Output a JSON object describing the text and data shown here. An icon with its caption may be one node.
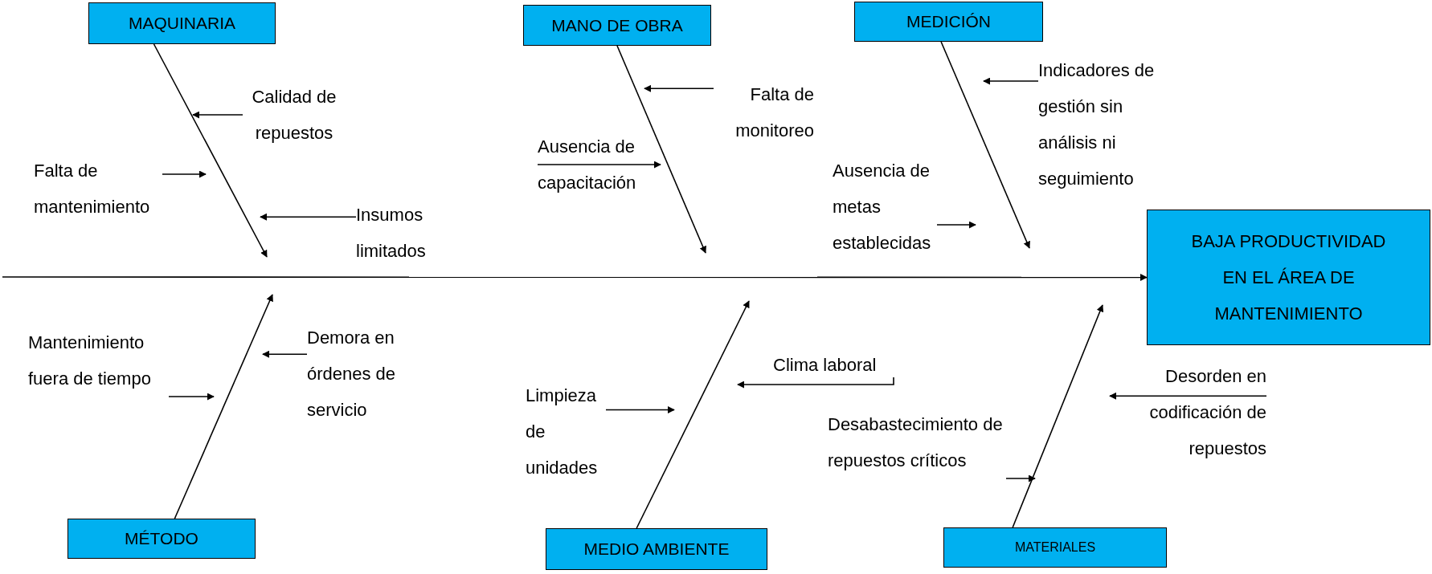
{
  "diagram": {
    "nodes": [
      {
        "text": [
          "MAQUINARIA"
        ]
      },
      {
        "text": [
          "Calidad de repuestos"
        ]
      },
      {
        "text": [
          "Falta de mantenimiento"
        ]
      },
      {
        "text": [
          "Insumos limitados"
        ]
      },
      {
        "text": [
          "MANO DE OBRA"
        ]
      },
      {
        "text": [
          "Falta de monitoreo"
        ]
      },
      {
        "text": [
          "Ausencia de capacitación"
        ]
      },
      {
        "text": [
          "MEDICIÓN"
        ]
      },
      {
        "text": [
          "Indicadores de gestión sin análisis ni seguimiento"
        ]
      },
      {
        "text": [
          "Ausencia de metas establecidas"
        ]
      },
      {
        "text": [
          "BAJA PRODUCTIVIDAD EN EL ÁREA DE MANTENIMIENTO"
        ]
      },
      {
        "text": [
          "MÉTODO"
        ]
      },
      {
        "text": [
          "Mantenimiento fuera de tiempo"
        ]
      },
      {
        "text": [
          "Demora en órdenes de servicio"
        ]
      },
      {
        "text": [
          "MEDIO AMBIENTE"
        ]
      },
      {
        "text": [
          "Limpieza de unidades"
        ]
      },
      {
        "text": [
          "Clima laboral"
        ]
      },
      {
        "text": [
          "MATERIALES"
        ]
      },
      {
        "text": [
          "Desabastecimiento de repuestos críticos"
        ]
      },
      {
        "text": [
          "Desorden en codificación de repuestos"
        ]
      }
    ],
    "edges": [
      {
        "from": null,
        "to": 10,
        "arrow": "to"
      },
      {
        "from": 0,
        "to": null,
        "arrow": "to"
      },
      {
        "from": 1,
        "to": null,
        "arrow": "to"
      },
      {
        "from": 2,
        "to": null,
        "arrow": "to"
      },
      {
        "from": 3,
        "to": null,
        "arrow": "to"
      },
      {
        "from": 4,
        "to": null,
        "arrow": "to"
      },
      {
        "from": 5,
        "to": null,
        "arrow": "to"
      },
      {
        "from": 6,
        "to": null,
        "arrow": "to"
      },
      {
        "from": 7,
        "to": null,
        "arrow": "to"
      },
      {
        "from": 8,
        "to": null,
        "arrow": "to"
      },
      {
        "from": 9,
        "to": null,
        "arrow": "to"
      },
      {
        "from": 11,
        "to": null,
        "arrow": "to"
      },
      {
        "from": 12,
        "to": null,
        "arrow": "to"
      },
      {
        "from": 13,
        "to": null,
        "arrow": "to"
      },
      {
        "from": 14,
        "to": null,
        "arrow": "to"
      },
      {
        "from": 15,
        "to": null,
        "arrow": "to"
      },
      {
        "from": 16,
        "to": null,
        "arrow": "to"
      },
      {
        "from": 17,
        "to": null,
        "arrow": "to"
      },
      {
        "from": 18,
        "to": null,
        "arrow": "to"
      },
      {
        "from": 19,
        "to": null,
        "arrow": "to"
      }
    ]
  }
}
